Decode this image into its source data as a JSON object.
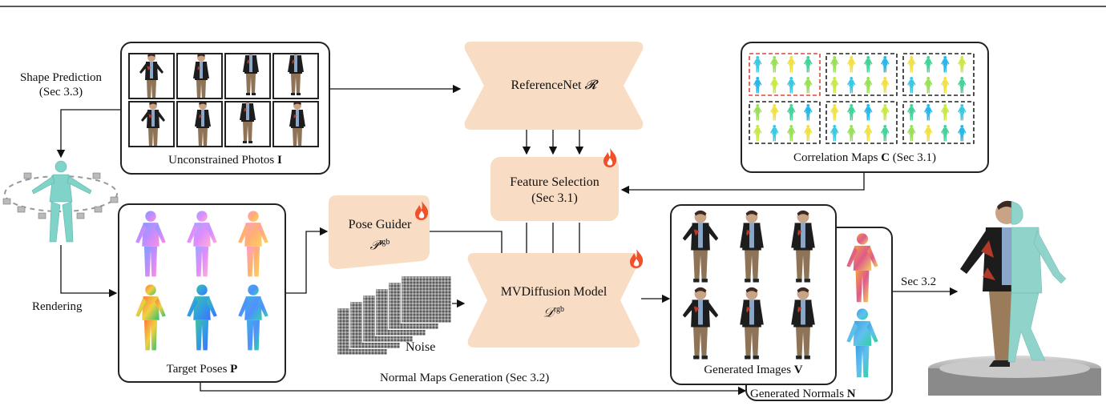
{
  "labels": {
    "shape_prediction": "Shape Prediction",
    "shape_prediction_sec": "(Sec 3.3)",
    "rendering": "Rendering",
    "unconstrained_photos": "Unconstrained Photos ",
    "unconstrained_photos_sym": "I",
    "referencenet": "ReferenceNet ",
    "referencenet_sym": "𝓡",
    "feature_selection": "Feature Selection",
    "feature_selection_sec": "(Sec 3.1)",
    "correlation_maps": "Correlation Maps ",
    "correlation_maps_sym": "C",
    "correlation_maps_sec": " (Sec 3.1)",
    "pose_guider": "Pose Guider",
    "pose_guider_sym": "𝒫",
    "pose_guider_sup": "rgb",
    "mvdiffusion": "MVDiffusion Model",
    "mvdiffusion_sym": "𝒟",
    "mvdiffusion_sup": "rgb",
    "noise": "Noise",
    "target_poses": "Target Poses ",
    "target_poses_sym": "P",
    "normal_maps_generation": "Normal Maps Generation (Sec 3.2)",
    "generated_images": "Generated Images ",
    "generated_images_sym": "V",
    "generated_normals": "Generated Normals ",
    "generated_normals_sym": "N",
    "sec_32": "Sec 3.2"
  },
  "colors": {
    "peach": "#f9dcc4",
    "fire": "#f0502a",
    "mesh": "#7fd3c9",
    "highlight_box": "#e0453a"
  },
  "icons": [
    "fire-icon",
    "camera-icon"
  ]
}
